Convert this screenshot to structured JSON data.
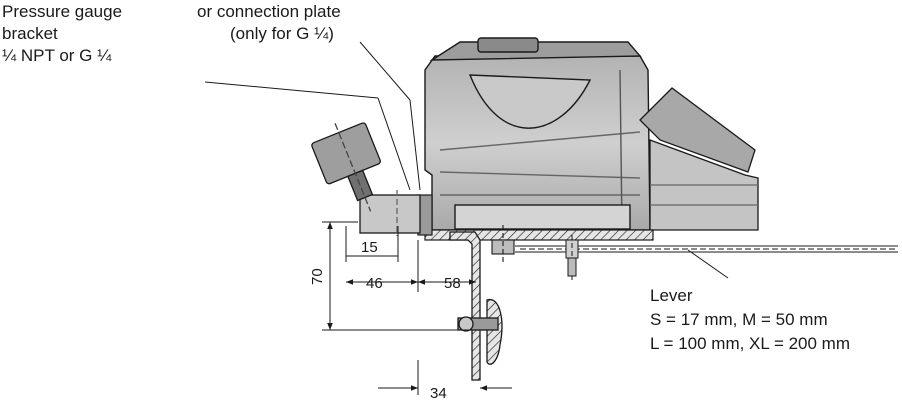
{
  "labels": {
    "gauge_line1": "Pressure gauge",
    "gauge_line2": "bracket",
    "gauge_line3": "¼ NPT or G ¼",
    "plate_line1": "or connection plate",
    "plate_line2": "(only for G ¼)",
    "lever_title": "Lever",
    "lever_line1": "S =   17 mm, M =   50 mm",
    "lever_line2": "L = 100 mm, XL = 200 mm"
  },
  "dimensions": {
    "d15": "15",
    "d46": "46",
    "d58": "58",
    "d70": "70",
    "d34": "34"
  },
  "colors": {
    "housing_fill": "#bdbdbd",
    "housing_dark": "#8e8e8e",
    "outline": "#1a1a1a"
  }
}
